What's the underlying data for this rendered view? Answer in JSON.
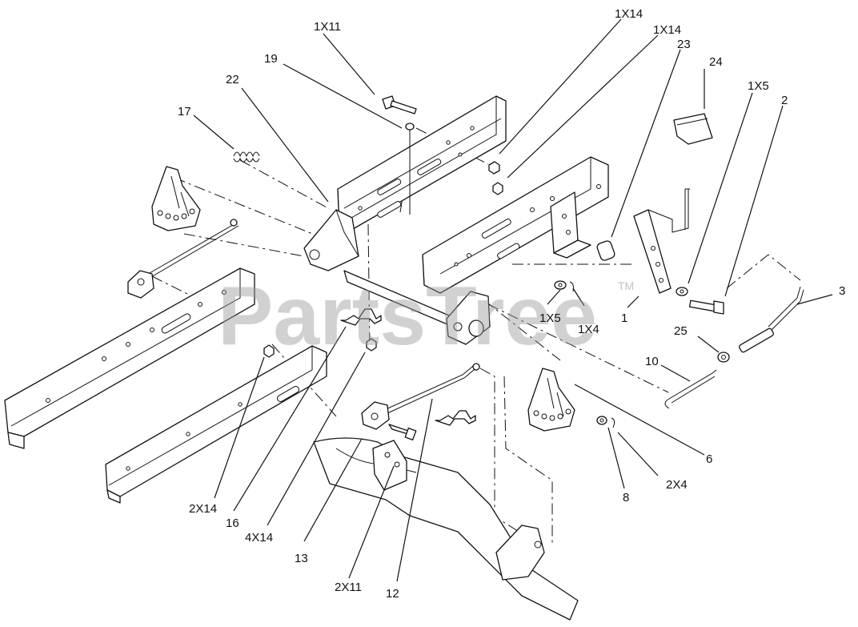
{
  "watermark": {
    "text": "PartsTree",
    "trademark": "TM"
  },
  "callouts": {
    "c_1x11": "1X11",
    "c_19": "19",
    "c_22": "22",
    "c_17": "17",
    "c_1x14_a": "1X14",
    "c_1x14_b": "1X14",
    "c_23": "23",
    "c_24": "24",
    "c_1x5_a": "1X5",
    "c_2": "2",
    "c_3": "3",
    "c_1x5_b": "1X5",
    "c_1x4": "1X4",
    "c_1": "1",
    "c_25": "25",
    "c_10": "10",
    "c_6": "6",
    "c_2x4": "2X4",
    "c_8": "8",
    "c_2x14": "2X14",
    "c_16": "16",
    "c_4x14": "4X14",
    "c_13": "13",
    "c_2x11": "2X11",
    "c_12": "12"
  }
}
